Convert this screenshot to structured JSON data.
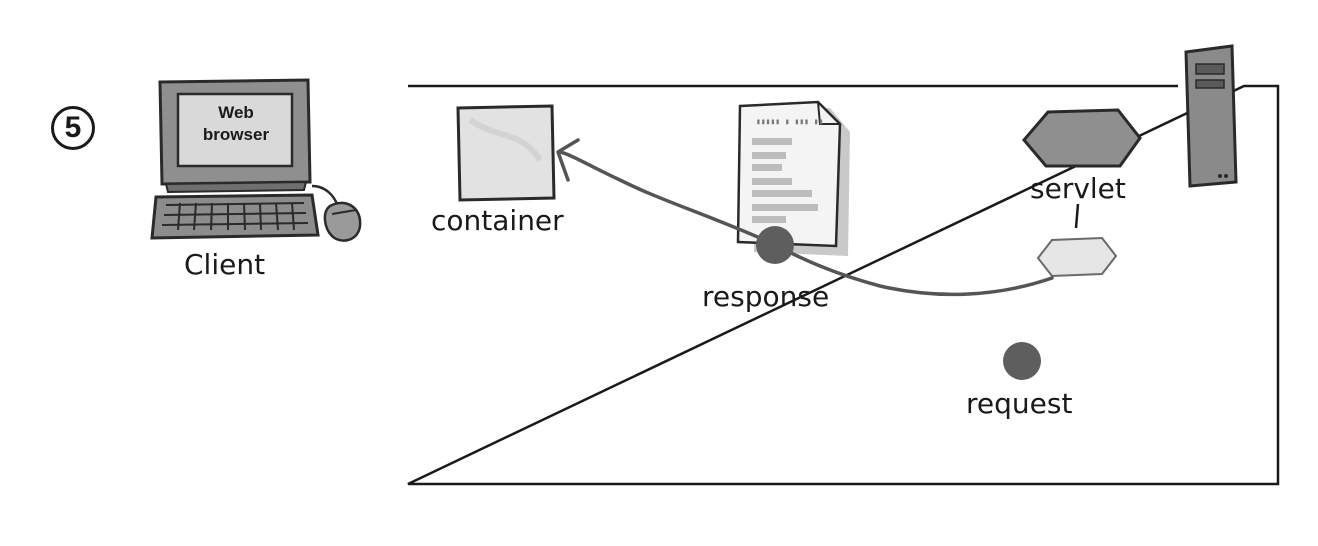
{
  "step": "5",
  "client": {
    "screen_text_line1": "Web",
    "screen_text_line2": "browser",
    "label": "Client"
  },
  "container": {
    "label": "container"
  },
  "response": {
    "label": "response"
  },
  "servlet": {
    "label": "servlet"
  },
  "request": {
    "label": "request"
  },
  "document_header_text": "▮▮▮▮▮ ▮ ▮▮▮ ▮▮"
}
